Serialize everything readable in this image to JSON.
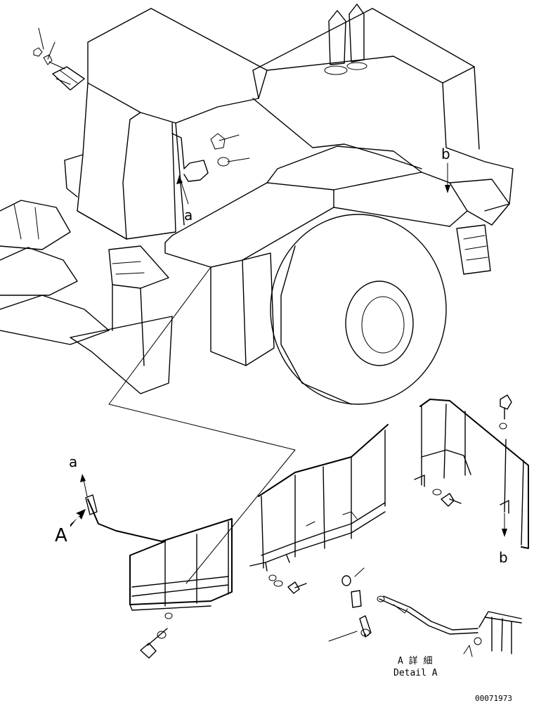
{
  "callouts": {
    "a_top": "a",
    "b_top": "b",
    "a_detail": "a",
    "b_detail": "b",
    "view_a": "A"
  },
  "detail_caption": {
    "jp": "A 詳 細",
    "en": "Detail A"
  },
  "drawing_number": "00071973"
}
